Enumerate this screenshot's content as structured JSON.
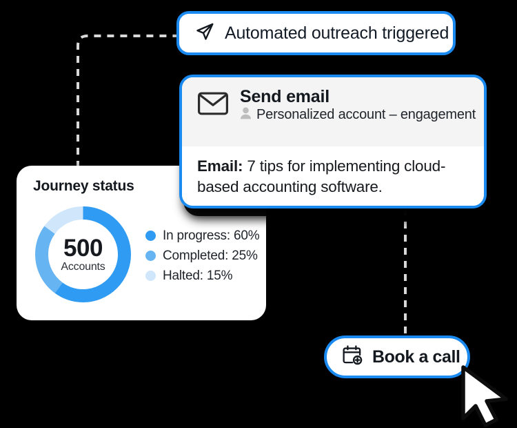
{
  "canvas": {
    "background": "#000000",
    "accent_blue": "#1a8af0",
    "card_bg": "#ffffff",
    "header_bg": "#f4f4f4"
  },
  "outreach": {
    "label": "Automated outreach triggered",
    "icon": "paper-plane-icon"
  },
  "email_card": {
    "title": "Send email",
    "title_icon": "envelope-icon",
    "subtitle": "Personalized account – engagement",
    "subtitle_icon": "person-icon",
    "body_lead": "Email:",
    "body_text": " 7 tips for implementing cloud-based accounting software."
  },
  "journey": {
    "title": "Journey status",
    "center_value": "500",
    "center_label": "Accounts",
    "legend": [
      {
        "label": "In progress: 60%",
        "color": "#2f9bf2"
      },
      {
        "label": "Completed: 25%",
        "color": "#67b4f2"
      },
      {
        "label": "Halted: 15%",
        "color": "#cfe6fb"
      }
    ]
  },
  "book_call": {
    "label": "Book a call",
    "icon": "calendar-plus-icon"
  },
  "cursor": {
    "icon": "mouse-pointer-icon"
  },
  "chart_data": {
    "type": "pie",
    "title": "Journey status",
    "subtype": "donut",
    "center_text": "500 Accounts",
    "total": 500,
    "unit": "Accounts",
    "categories": [
      "In progress",
      "Completed",
      "Halted"
    ],
    "values": [
      60,
      25,
      15
    ],
    "value_unit": "%",
    "counts": [
      300,
      125,
      75
    ],
    "colors": [
      "#2f9bf2",
      "#67b4f2",
      "#cfe6fb"
    ],
    "legend_position": "right",
    "start_angle_deg": 0,
    "direction": "clockwise",
    "grid": false,
    "xlabel": "",
    "ylabel": ""
  }
}
